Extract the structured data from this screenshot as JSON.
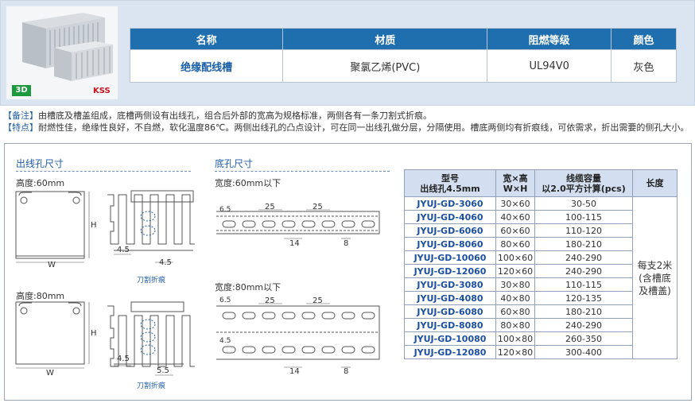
{
  "product": {
    "badge_3d": "3D",
    "brand": "KSS"
  },
  "spec_table": {
    "headers": [
      "名称",
      "材质",
      "阻燃等级",
      "颜色"
    ],
    "row": [
      "绝缘配线槽",
      "聚氯乙烯(PVC)",
      "UL94V0",
      "灰色"
    ]
  },
  "notes": {
    "remark_tag": "【备注】",
    "remark": "由槽底及槽盖组成，底槽两侧设有出线孔，组合后外部的宽高为规格标准，两侧各有一条刀割式折痕。",
    "feature_tag": "【特点】",
    "feature": "耐燃性佳，绝缘性良好，不自燃，软化温度86℃。两侧出线孔的凸点设计，可在同一出线孔做分层，分隔使用。槽底两侧均有折痕线，可依需求，折出需要的侧孔大小。"
  },
  "outlet_section": {
    "title": "出线孔尺寸",
    "height_60": "高度:60mm",
    "height_80": "高度:80mm",
    "dim_w": "W",
    "dim_h": "H",
    "dim_45": "4.5",
    "dim_55": "5.5",
    "knife_fold": "刀割折痕"
  },
  "bottom_section": {
    "title": "底孔尺寸",
    "width_60": "宽度:60mm以下",
    "width_80": "宽度:80mm以下",
    "dim_65": "6.5",
    "dim_25": "25",
    "dim_14": "14",
    "dim_8": "8",
    "dim_45": "4.5"
  },
  "models_table": {
    "h_model_1": "型号",
    "h_model_2": "出线孔4.5mm",
    "h_wh_1": "宽×高",
    "h_wh_2": "W×H",
    "h_cap_1": "线缆容量",
    "h_cap_2": "以2.0平方计算(pcs)",
    "h_len": "长度",
    "rows": [
      {
        "model": "JYUJ-GD-3060",
        "size": "30×60",
        "capacity": "30-50"
      },
      {
        "model": "JYUJ-GD-4060",
        "size": "40×60",
        "capacity": "100-115"
      },
      {
        "model": "JYUJ-GD-6060",
        "size": "60×60",
        "capacity": "110-120"
      },
      {
        "model": "JYUJ-GD-8060",
        "size": "80×60",
        "capacity": "180-210"
      },
      {
        "model": "JYUJ-GD-10060",
        "size": "100×60",
        "capacity": "240-290"
      },
      {
        "model": "JYUJ-GD-12060",
        "size": "120×60",
        "capacity": "240-290"
      },
      {
        "model": "JYUJ-GD-3080",
        "size": "30×80",
        "capacity": "110-115"
      },
      {
        "model": "JYUJ-GD-4080",
        "size": "40×80",
        "capacity": "120-135"
      },
      {
        "model": "JYUJ-GD-6080",
        "size": "60×80",
        "capacity": "180-210"
      },
      {
        "model": "JYUJ-GD-8080",
        "size": "80×80",
        "capacity": "240-290"
      },
      {
        "model": "JYUJ-GD-10080",
        "size": "100×80",
        "capacity": "260-350"
      },
      {
        "model": "JYUJ-GD-12080",
        "size": "120×80",
        "capacity": "300-400"
      }
    ],
    "length_1": "每支2米",
    "length_2": "(含槽底",
    "length_3": "及槽盖)"
  }
}
